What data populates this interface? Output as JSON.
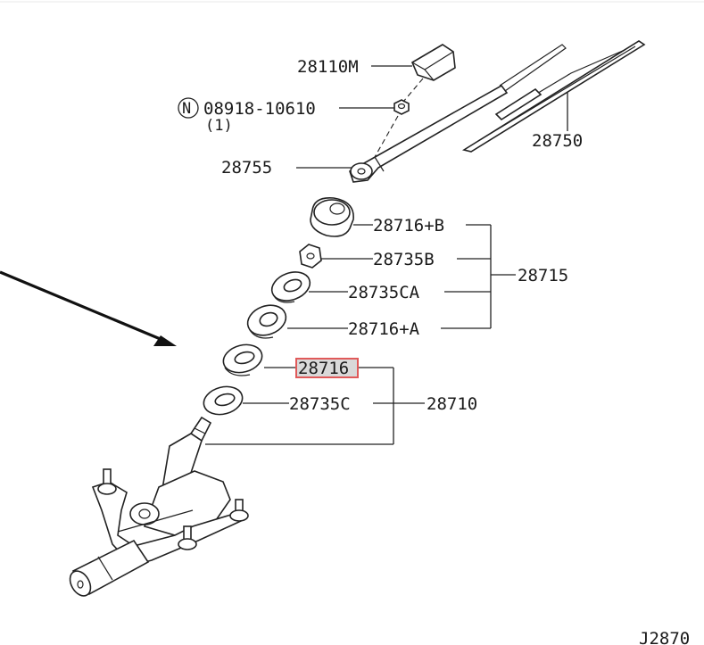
{
  "diagram_code": "J2870",
  "highlight_color": "#e05a5a",
  "labels": {
    "arm_cap": "28110M",
    "nut_symbol": "N",
    "nut_part": "08918-10610",
    "nut_qty": "(1)",
    "arm": "28755",
    "blade": "28750",
    "cap_b": "28716+B",
    "nut_b": "28735B",
    "washer_ca": "28735CA",
    "seal_a": "28716+A",
    "kit_upper": "28715",
    "seal": "28716",
    "washer_c": "28735C",
    "kit_lower": "28710"
  }
}
